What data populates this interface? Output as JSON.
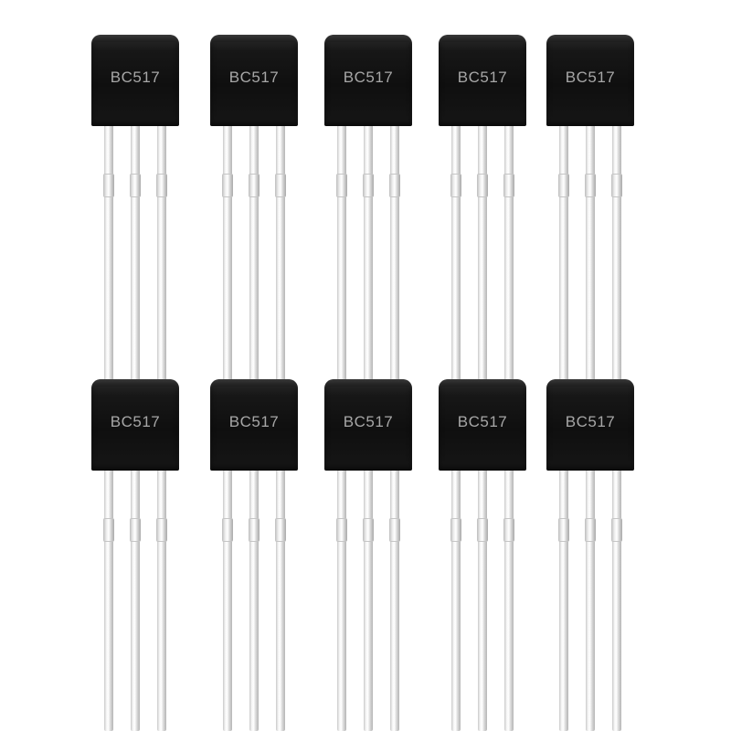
{
  "image": {
    "description_free": true,
    "background_color": "#ffffff",
    "body_color": "#141414",
    "lead_color": "#e9e9e9",
    "marking_color": "#a7a7a7"
  },
  "transistors": [
    {
      "marking": "BC517"
    },
    {
      "marking": "BC517"
    },
    {
      "marking": "BC517"
    },
    {
      "marking": "BC517"
    },
    {
      "marking": "BC517"
    },
    {
      "marking": "BC517"
    },
    {
      "marking": "BC517"
    },
    {
      "marking": "BC517"
    },
    {
      "marking": "BC517"
    },
    {
      "marking": "BC517"
    }
  ]
}
